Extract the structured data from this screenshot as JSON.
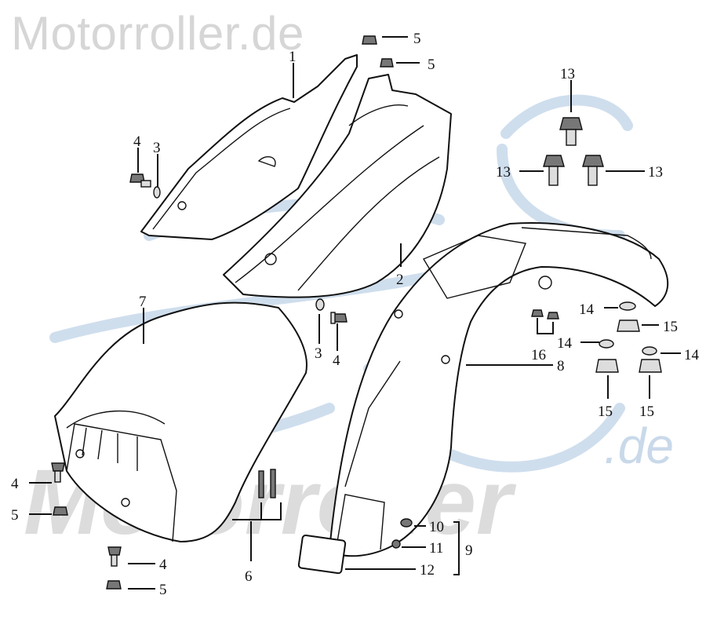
{
  "watermark": {
    "top_text": "Motorroller.de",
    "big_text": "Motorroller",
    "suffix_text": ".de",
    "color_gray": "#d6d6d6",
    "color_blue": "#c9d9ea"
  },
  "callouts": {
    "c1": "1",
    "c2": "2",
    "c3a": "3",
    "c3b": "3",
    "c4a": "4",
    "c4b": "4",
    "c4c": "4",
    "c4d": "4",
    "c5a": "5",
    "c5b": "5",
    "c5c": "5",
    "c5d": "5",
    "c6": "6",
    "c7": "7",
    "c8": "8",
    "c9": "9",
    "c10": "10",
    "c11": "11",
    "c12": "12",
    "c13a": "13",
    "c13b": "13",
    "c13c": "13",
    "c14a": "14",
    "c14b": "14",
    "c14c": "14",
    "c15a": "15",
    "c15b": "15",
    "c15c": "15",
    "c16": "16"
  }
}
